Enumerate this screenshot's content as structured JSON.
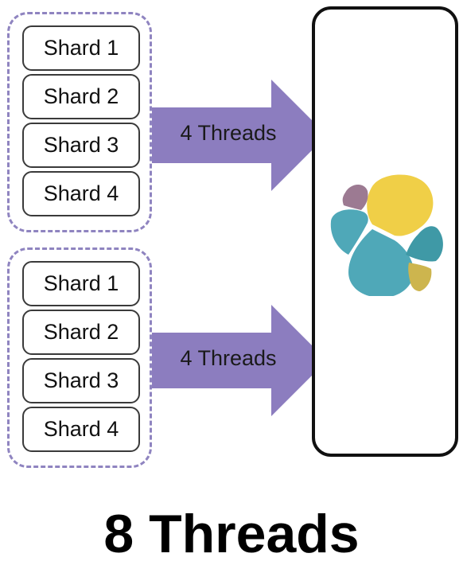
{
  "groups": [
    {
      "shards": [
        "Shard 1",
        "Shard 2",
        "Shard 3",
        "Shard 4"
      ],
      "arrow_label": "4 Threads"
    },
    {
      "shards": [
        "Shard 1",
        "Shard 2",
        "Shard 3",
        "Shard 4"
      ],
      "arrow_label": "4 Threads"
    }
  ],
  "total_label": "8 Threads",
  "colors": {
    "group_border": "#8f84c0",
    "arrow_fill": "#8c7dbf",
    "logo_yellow": "#f0cf47",
    "logo_teal": "#4fa8b8",
    "logo_purple": "#9c7a92",
    "logo_olive": "#cdb54e"
  },
  "icons": {
    "cluster_logo": "elastic-logo-icon"
  }
}
